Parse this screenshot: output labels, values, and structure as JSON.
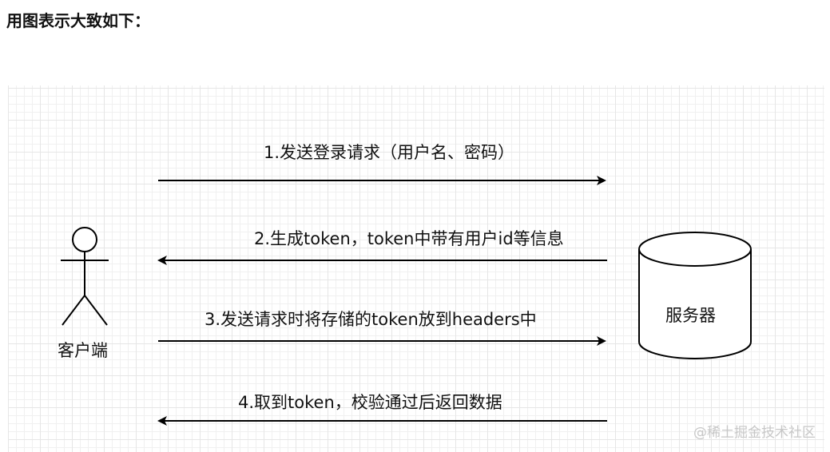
{
  "heading": "用图表示大致如下：",
  "actors": {
    "client": "客户端",
    "server": "服务器"
  },
  "messages": [
    {
      "text": "1.发送登录请求（用户名、密码）",
      "direction": "client-to-server"
    },
    {
      "text": "2.生成token，token中带有用户id等信息",
      "direction": "server-to-client"
    },
    {
      "text": "3.发送请求时将存储的token放到headers中",
      "direction": "client-to-server"
    },
    {
      "text": "4.取到token，校验通过后返回数据",
      "direction": "server-to-client"
    }
  ],
  "watermark": "@稀土掘金技术社区"
}
